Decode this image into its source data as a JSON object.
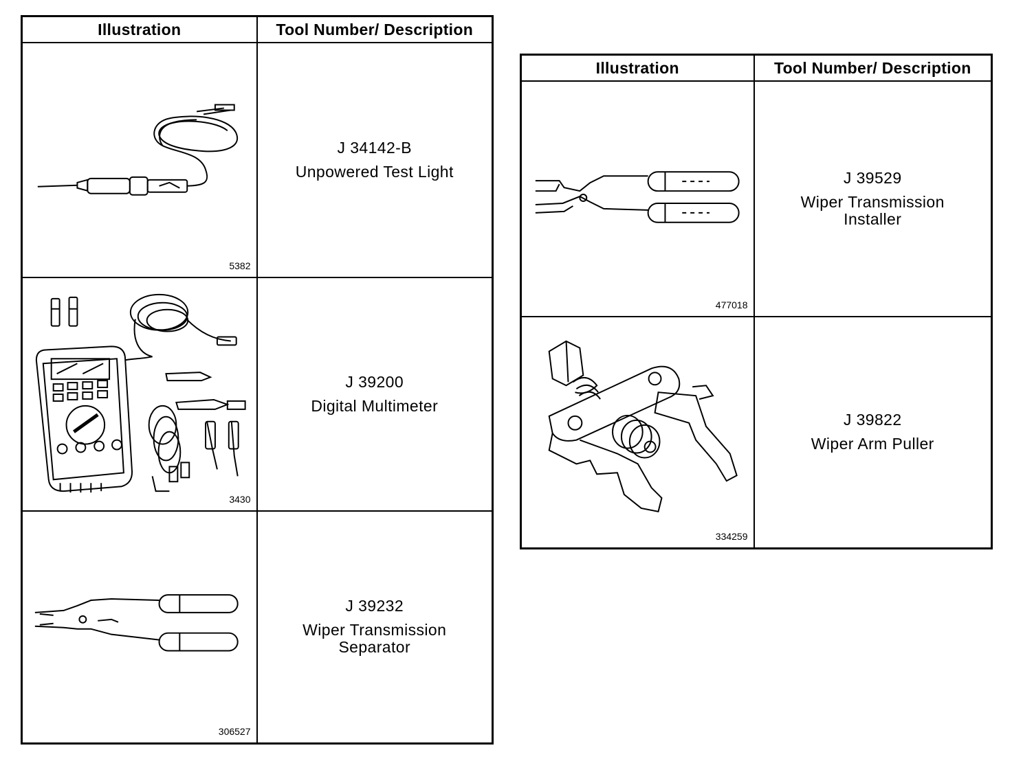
{
  "left_table": {
    "headers": [
      "Illustration",
      "Tool Number/ Description"
    ],
    "rows": [
      {
        "figure_number": "5382",
        "tool_number": "J 34142-B",
        "description": "Unpowered Test Light",
        "icon": "test-light-icon"
      },
      {
        "figure_number": "3430",
        "tool_number": "J 39200",
        "description": "Digital Multimeter",
        "icon": "multimeter-icon"
      },
      {
        "figure_number": "306527",
        "tool_number": "J 39232",
        "description": "Wiper Transmission Separator",
        "icon": "pliers-separator-icon"
      }
    ]
  },
  "right_table": {
    "headers": [
      "Illustration",
      "Tool Number/ Description"
    ],
    "rows": [
      {
        "figure_number": "477018",
        "tool_number": "J 39529",
        "description": "Wiper Transmission Installer",
        "icon": "pliers-installer-icon"
      },
      {
        "figure_number": "334259",
        "tool_number": "J 39822",
        "description": "Wiper Arm Puller",
        "icon": "arm-puller-icon"
      }
    ]
  }
}
